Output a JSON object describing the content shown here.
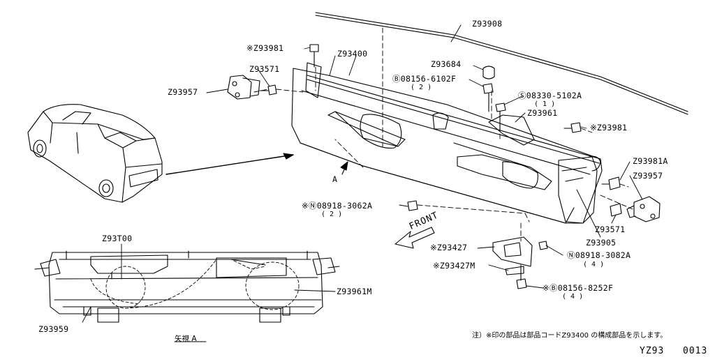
{
  "callouts": {
    "z93908": "Z93908",
    "z93400": "Z93400",
    "z93981_top": "※Z93981",
    "z93571_top": "Z93571",
    "z93957_left": "Z93957",
    "z93684": "Z93684",
    "bolt_08156_6102f": "Ⓑ08156-6102F",
    "bolt_08156_6102f_qty": "( 2 )",
    "screw_08330_5102a": "Ⓢ08330-5102A",
    "screw_08330_5102a_qty": "( 1 )",
    "z93961": "Z93961",
    "z93981_right": "※Z93981",
    "z93981a": "Z93981A",
    "z93957_right": "Z93957",
    "nut_08918_3062a": "※Ⓝ08918-3062A",
    "nut_08918_3062a_qty": "( 2 )",
    "z93571_right": "Z93571",
    "z93905": "Z93905",
    "z93427": "※Z93427",
    "nut_08918_3082a": "Ⓝ08918-3082A",
    "nut_08918_3082a_qty": "( 4 )",
    "z93427m": "※Z93427M",
    "bolt_08156_8252f": "※Ⓑ08156-8252F",
    "bolt_08156_8252f_qty": "( 4 )",
    "z93t00": "Z93T00",
    "z93961m": "Z93961M",
    "z93959": "Z93959"
  },
  "view_marker": "A",
  "front_arrow": "FRONT",
  "view_caption": "矢視 A",
  "footnote": "注）※印の部品は部品コードZ93400 の構成部品を示します。",
  "footer": {
    "code": "YZ93",
    "page": "0013"
  }
}
